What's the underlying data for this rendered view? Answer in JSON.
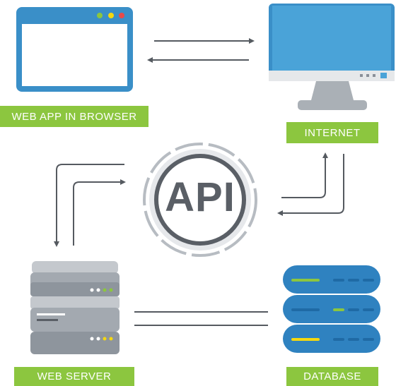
{
  "labels": {
    "browser": "WEB APP IN BROWSER",
    "internet": "INTERNET",
    "server": "WEB SERVER",
    "database": "DATABASE"
  },
  "api_text": "API",
  "colors": {
    "label_green": "#8cc63f",
    "browser_blue": "#3a8fc8",
    "monitor_blue": "#4aa3d8",
    "gray_dark": "#5a5f66",
    "arrow_gray": "#555a60",
    "db_blue": "#2f82c0"
  }
}
